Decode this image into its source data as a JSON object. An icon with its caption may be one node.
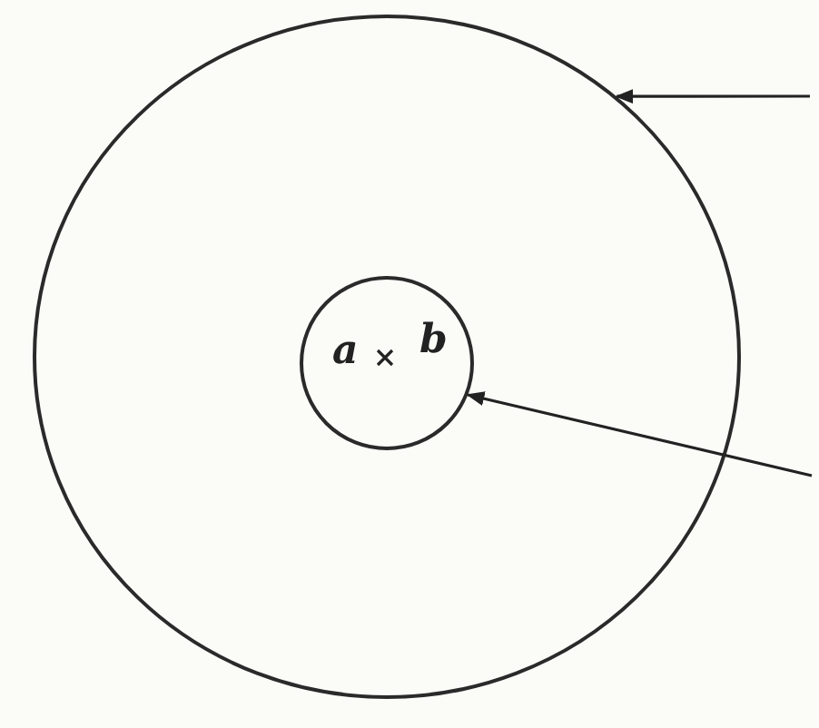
{
  "diagram": {
    "nodes": [
      {
        "text": [],
        "shape": "circle"
      },
      {
        "text": [
          "a",
          "b"
        ],
        "in": 0
      }
    ],
    "edges": [
      {
        "from": null,
        "to": 0,
        "arrow": "to"
      },
      {
        "from": null,
        "to": 1,
        "arrow": "to"
      }
    ]
  }
}
